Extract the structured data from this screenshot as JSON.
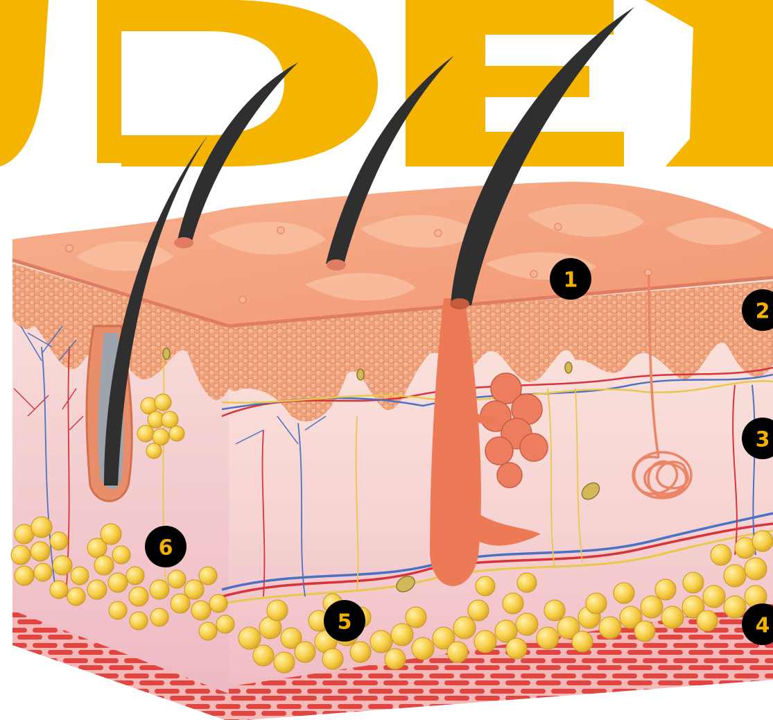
{
  "colors": {
    "background": "#ffffff",
    "title_yellow": "#f5b400",
    "skin_top": "#f3a07e",
    "skin_top_light": "#f8bc9c",
    "epidermis": "#f0a47e",
    "dermis": "#f6d8d4",
    "dermis_pink": "#f3c6c8",
    "fat": "#f4c83d",
    "fat_light": "#fde37a",
    "muscle": "#e8574e",
    "hair": "#2b2b2b",
    "vein": "#4a72c4",
    "artery": "#d6333a",
    "nerve": "#e8c84a",
    "marker_bg": "#000000",
    "marker_text": "#f2b000"
  },
  "markers": [
    {
      "label": "1"
    },
    {
      "label": "2"
    },
    {
      "label": "3"
    },
    {
      "label": "4"
    },
    {
      "label": "5"
    },
    {
      "label": "6"
    }
  ]
}
